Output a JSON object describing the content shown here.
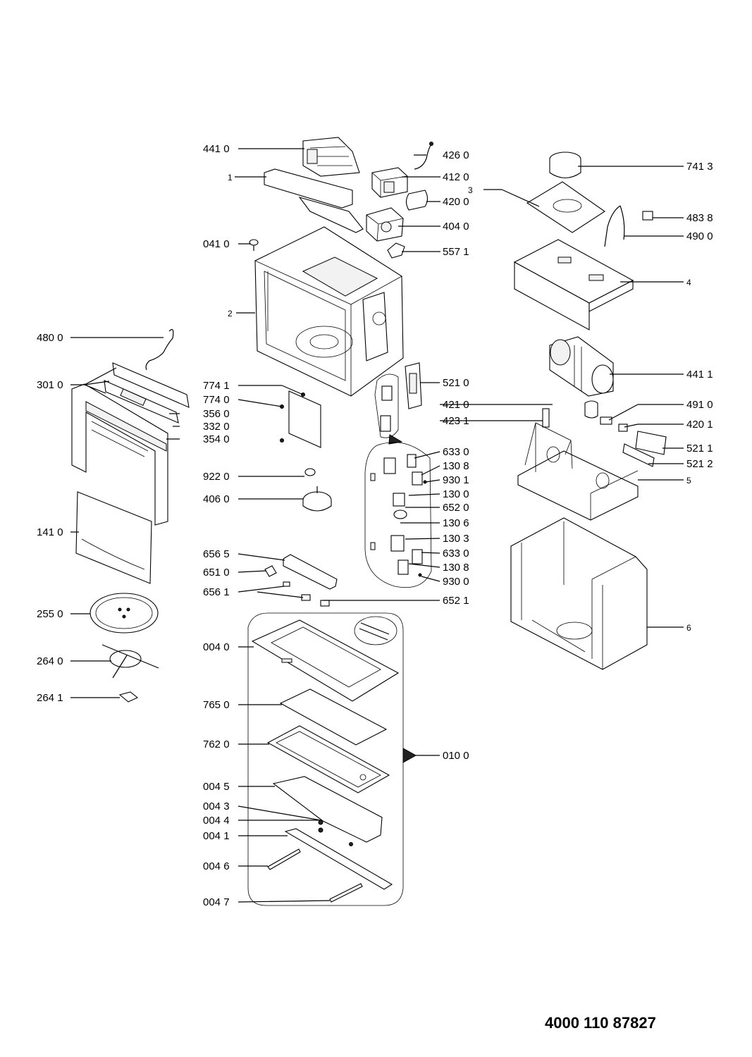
{
  "labels": {
    "l4410": "441 0",
    "l1": "1",
    "l0410": "041 0",
    "l2": "2",
    "l4800": "480 0",
    "l3010": "301 0",
    "l1410": "141 0",
    "l2550": "255 0",
    "l2640": "264 0",
    "l2641": "264 1",
    "l4260": "426 0",
    "l4120": "412 0",
    "l4200": "420 0",
    "l4040": "404 0",
    "l5571": "557 1",
    "l7741": "774 1",
    "l7740": "774 0",
    "l3560": "356 0",
    "l3320": "332 0",
    "l3540": "354 0",
    "l9220": "922 0",
    "l4060": "406 0",
    "l6565": "656 5",
    "l6510": "651 0",
    "l6561": "656 1",
    "l6521": "652 1",
    "l0040": "004 0",
    "l7650": "765 0",
    "l7620": "762 0",
    "l0045": "004 5",
    "l0043": "004 3",
    "l0044": "004 4",
    "l0041": "004 1",
    "l0046": "004 6",
    "l0047": "004 7",
    "l0100": "010 0",
    "l5210": "521 0",
    "l4210": "421 0",
    "l4231": "423 1",
    "l6330a": "633 0",
    "l1308a": "130 8",
    "l9301": "930 1",
    "l1300": "130 0",
    "l6520": "652 0",
    "l1306": "130 6",
    "l1303": "130 3",
    "l6330b": "633 0",
    "l1308b": "130 8",
    "l9300": "930 0",
    "l7413": "741 3",
    "l3": "3",
    "l4838": "483 8",
    "l4900": "490 0",
    "l4": "4",
    "l4411": "441 1",
    "l4910": "491 0",
    "l4201": "420 1",
    "l5211": "521 1",
    "l5212": "521 2",
    "l5": "5",
    "l6": "6"
  },
  "document_number": "4000 110 87827"
}
